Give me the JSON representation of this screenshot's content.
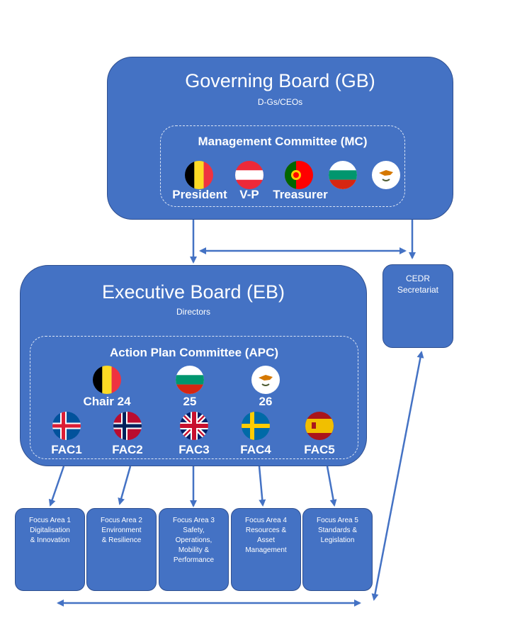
{
  "governing_board": {
    "title": "Governing Board (GB)",
    "subtitle": "D-Gs/CEOs",
    "committee": {
      "title": "Management Committee (MC)",
      "flags": [
        "belgium-flag",
        "austria-flag",
        "portugal-flag",
        "bulgaria-flag",
        "cyprus-flag"
      ],
      "roles": [
        "President",
        "V-P",
        "Treasurer"
      ]
    }
  },
  "executive_board": {
    "title": "Executive Board (EB)",
    "subtitle": "Directors",
    "committee": {
      "title": "Action Plan Committee (APC)",
      "chairs": [
        {
          "flag": "belgium-flag",
          "label": "Chair 24"
        },
        {
          "flag": "bulgaria-flag",
          "label": "25"
        },
        {
          "flag": "cyprus-flag",
          "label": "26"
        }
      ],
      "facs": [
        {
          "flag": "iceland-flag",
          "label": "FAC1"
        },
        {
          "flag": "norway-flag",
          "label": "FAC2"
        },
        {
          "flag": "uk-flag",
          "label": "FAC3"
        },
        {
          "flag": "sweden-flag",
          "label": "FAC4"
        },
        {
          "flag": "spain-flag",
          "label": "FAC5"
        }
      ]
    }
  },
  "secretariat": {
    "line1": "CEDR",
    "line2": "Secretariat"
  },
  "focus_areas": [
    {
      "lines": [
        "Focus Area 1",
        "Digitalisation",
        "& Innovation"
      ]
    },
    {
      "lines": [
        "Focus Area 2",
        "Environment",
        "& Resilience"
      ]
    },
    {
      "lines": [
        "Focus Area 3",
        "Safety,",
        "Operations,",
        "Mobility &",
        "Performance"
      ]
    },
    {
      "lines": [
        "Focus Area 4",
        "Resources &",
        "Asset",
        "Management"
      ]
    },
    {
      "lines": [
        "Focus Area 5",
        "Standards &",
        "Legislation"
      ]
    }
  ],
  "colors": {
    "box_fill": "#4472C4",
    "box_border": "#2F4F8F",
    "arrow": "#4472C4",
    "dashed": "#DDE6F5"
  }
}
